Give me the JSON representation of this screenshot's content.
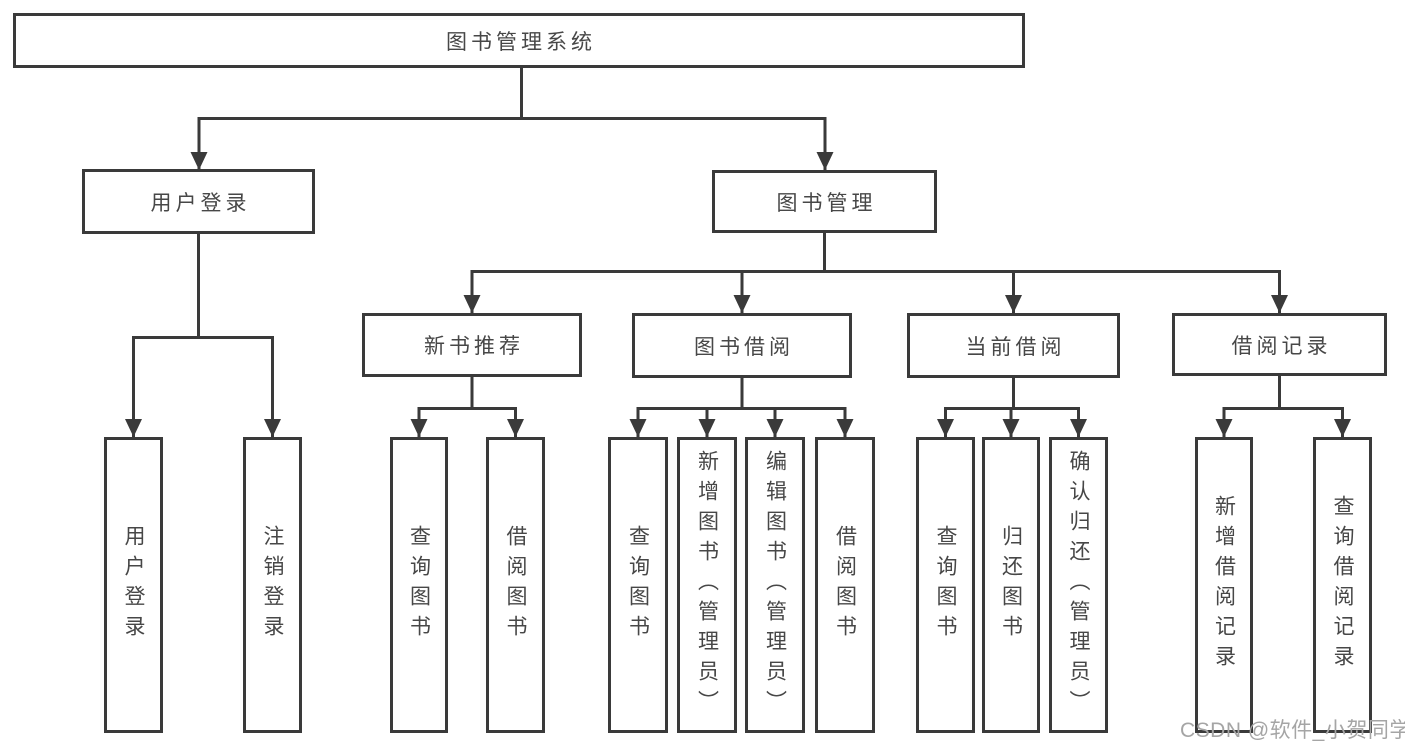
{
  "tree": {
    "label": "图书管理系统",
    "children": [
      {
        "label": "用户登录",
        "children": [
          {
            "label": "用户登录"
          },
          {
            "label": "注销登录"
          }
        ]
      },
      {
        "label": "图书管理",
        "children": [
          {
            "label": "新书推荐",
            "children": [
              {
                "label": "查询图书"
              },
              {
                "label": "借阅图书"
              }
            ]
          },
          {
            "label": "图书借阅",
            "children": [
              {
                "label": "查询图书"
              },
              {
                "label": "新增图书（管理员）"
              },
              {
                "label": "编辑图书（管理员）"
              },
              {
                "label": "借阅图书"
              }
            ]
          },
          {
            "label": "当前借阅",
            "children": [
              {
                "label": "查询图书"
              },
              {
                "label": "归还图书"
              },
              {
                "label": "确认归还（管理员）"
              }
            ]
          },
          {
            "label": "借阅记录",
            "children": [
              {
                "label": "新增借阅记录"
              },
              {
                "label": "查询借阅记录"
              }
            ]
          }
        ]
      }
    ]
  },
  "watermark": {
    "text": "CSDN @软件_小贺同学"
  },
  "colors": {
    "line": "#3a3a3a",
    "node_border": "#3a3a3a",
    "node_text": "#474747",
    "node_background": "#ffffff",
    "page_background": "#ffffff",
    "watermark_text": "#a5a5a5"
  }
}
